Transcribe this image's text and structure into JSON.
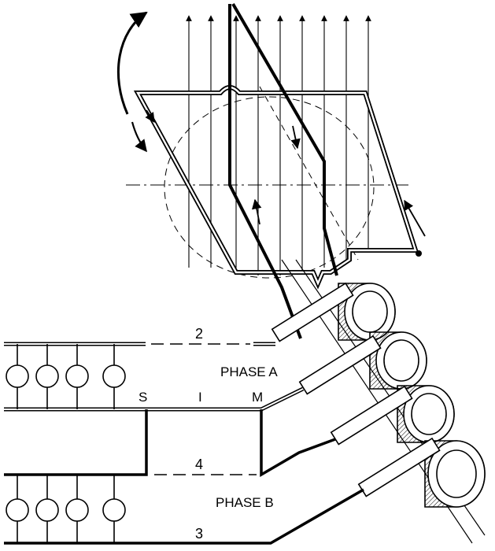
{
  "colors": {
    "ink": "#000000",
    "paper": "#ffffff"
  },
  "labels": {
    "wire_2": "2",
    "phase_a": "PHASE A",
    "s": "S",
    "i": "I",
    "m": "M",
    "wire_4": "4",
    "phase_b": "PHASE B",
    "wire_3": "3"
  }
}
